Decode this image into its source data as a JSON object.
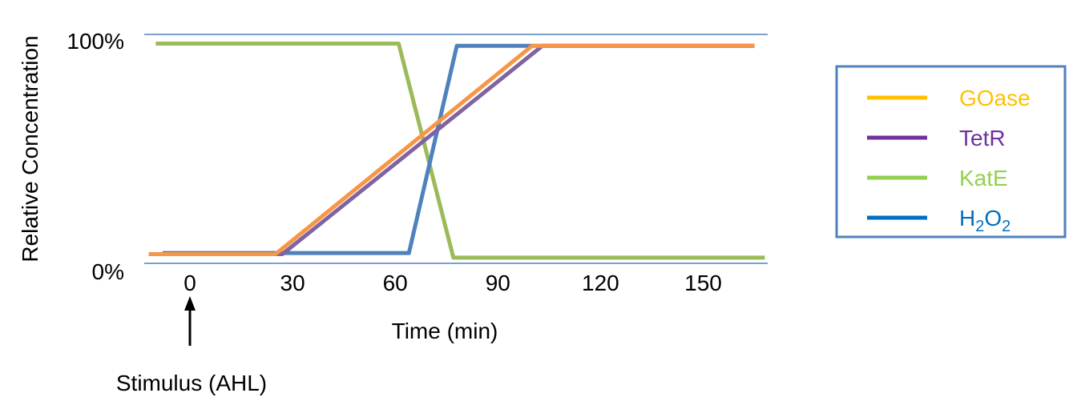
{
  "chart_data": {
    "type": "line",
    "title": "",
    "xlabel": "Time (min)",
    "ylabel": "Relative Concentration",
    "xticks": [
      0,
      30,
      60,
      90,
      120,
      150
    ],
    "xtick_labels": [
      "0",
      "30",
      "60",
      "90",
      "120",
      "150"
    ],
    "yticks": [
      0,
      100
    ],
    "ytick_labels": [
      "0%",
      "100%"
    ],
    "xlim": [
      -15,
      170
    ],
    "ylim": [
      0,
      100
    ],
    "grid": true,
    "legend_position": "right",
    "annotation": {
      "text": "Stimulus (AHL)",
      "x": 0,
      "type": "up-arrow"
    },
    "series": [
      {
        "name": "GOase",
        "line_color": "#F79646",
        "legend_color": "#FFC000",
        "x": [
          -12,
          25,
          100,
          165
        ],
        "y": [
          4,
          4,
          95,
          95
        ]
      },
      {
        "name": "TetR",
        "line_color": "#8064A2",
        "legend_color": "#7030A0",
        "x": [
          -12,
          27,
          103,
          165
        ],
        "y": [
          4,
          4,
          95,
          95
        ]
      },
      {
        "name": "KatE",
        "line_color": "#9BBB59",
        "legend_color": "#92D050",
        "x": [
          -10,
          61,
          77,
          168
        ],
        "y": [
          96,
          96,
          2.5,
          2.5
        ]
      },
      {
        "name": "H2O2",
        "line_color": "#4F81BD",
        "legend_color": "#0070C0",
        "x": [
          -8,
          64,
          78,
          165
        ],
        "y": [
          4.5,
          4.5,
          95,
          95
        ]
      }
    ]
  }
}
